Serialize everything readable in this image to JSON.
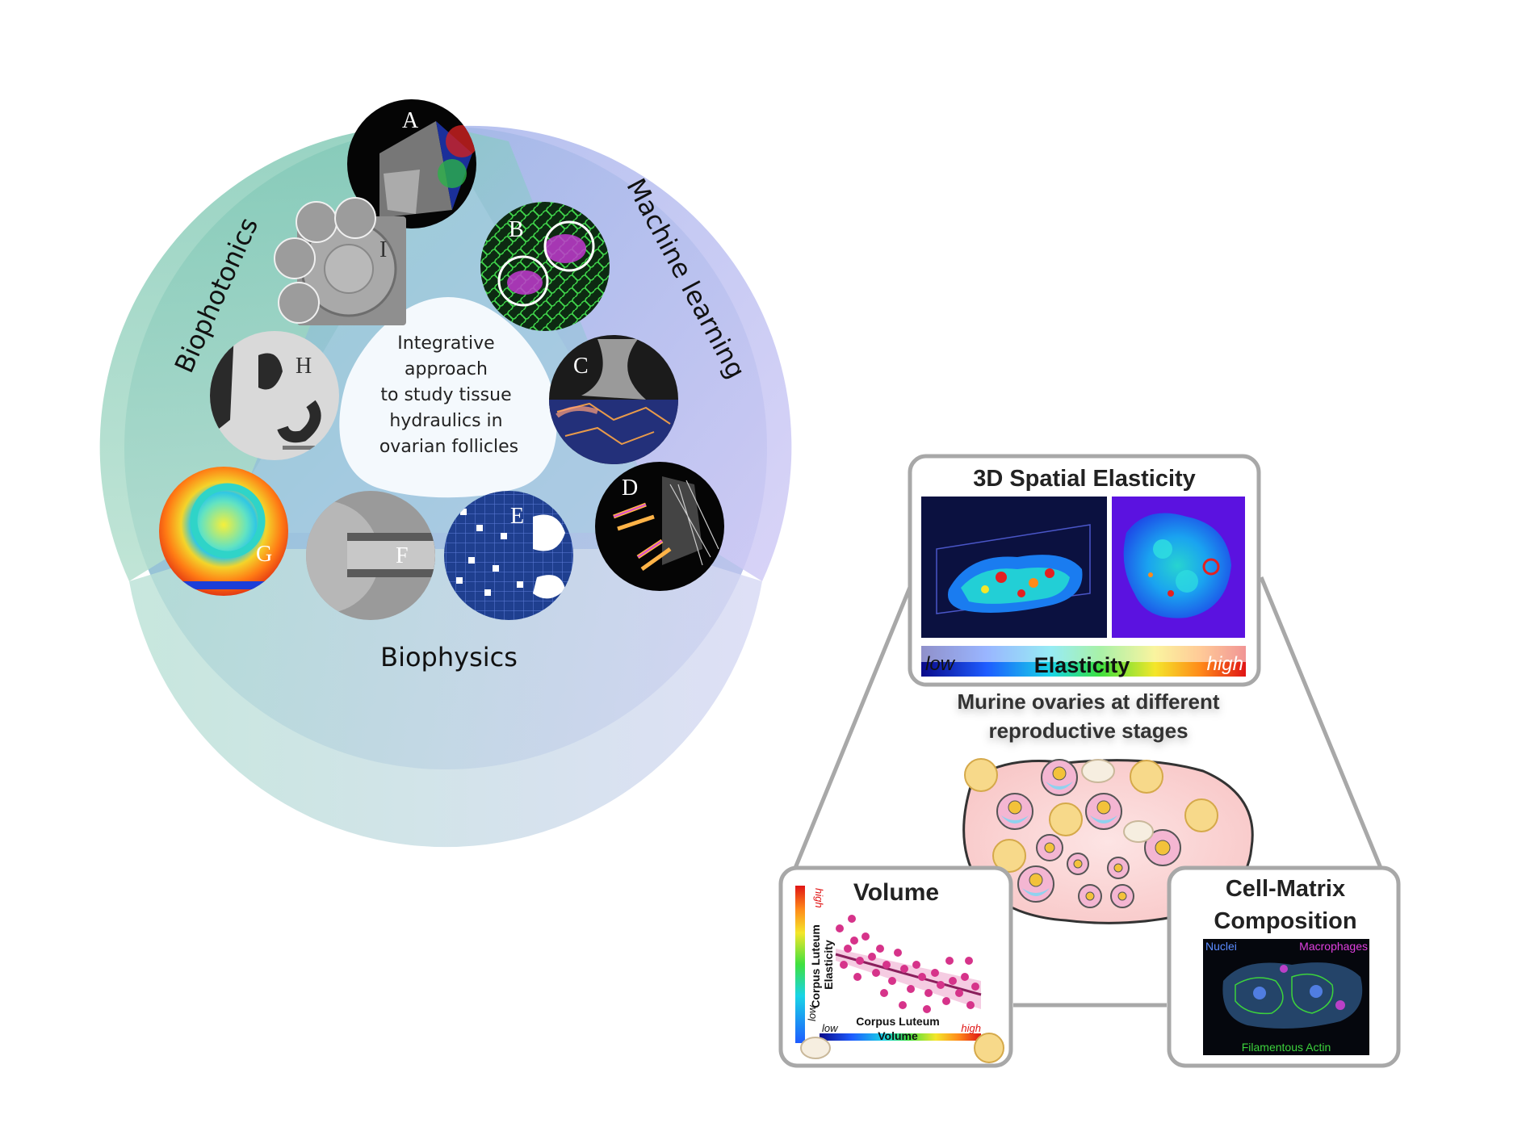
{
  "wheel": {
    "center_text": [
      "Integrative",
      "approach",
      "to study tissue",
      "hydraulics in",
      "ovarian follicles"
    ],
    "sectors": {
      "left": "Biophotonics",
      "right": "Machine learning",
      "bottom": "Biophysics"
    },
    "panels": [
      "A",
      "B",
      "C",
      "D",
      "E",
      "F",
      "G",
      "H",
      "I"
    ]
  },
  "elasticity_panel": {
    "title": "3D Spatial Elasticity",
    "scale_low": "low",
    "scale_label": "Elasticity",
    "scale_high": "high"
  },
  "ovary": {
    "caption_line1": "Murine ovaries at different",
    "caption_line2": "reproductive stages"
  },
  "volume_panel": {
    "title": "Volume",
    "ylabel_line1": "Corpus Luteum",
    "ylabel_line2": "Elasticity",
    "y_low": "low",
    "y_high": "high",
    "xlabel_line1": "Corpus Luteum",
    "xlabel_line2": "Volume",
    "x_low": "low",
    "x_high": "high"
  },
  "composition_panel": {
    "title_line1": "Cell-Matrix",
    "title_line2": "Composition",
    "label_nuclei": "Nuclei",
    "label_macrophages": "Macrophages",
    "label_actin": "Filamentous Actin"
  },
  "colors": {
    "panel_border": "#a8a8a8",
    "nuclei": "#5b8cff",
    "macrophages": "#e040e0",
    "actin": "#3cd23c",
    "scatter_point": "#d6338a",
    "trend_line": "#8a1f5c"
  }
}
